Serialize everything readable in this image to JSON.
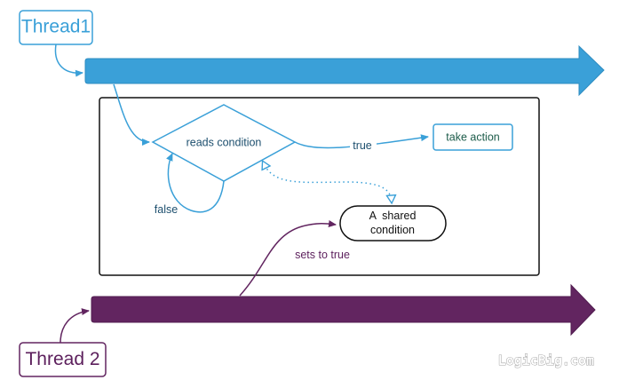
{
  "threads": {
    "thread1_label": "Thread1",
    "thread2_label": "Thread 2"
  },
  "nodes": {
    "reads_condition": "reads condition",
    "take_action": "take action",
    "shared_condition_line1": "A  shared",
    "shared_condition_line2": "condition"
  },
  "edges": {
    "true_label": "true",
    "false_label": "false",
    "sets_to_true_label": "sets to true"
  },
  "watermark": "LogicBig.com",
  "colors": {
    "thread1": "#3aa0d8",
    "thread2": "#622560",
    "dark_text": "#1d4f6e"
  }
}
